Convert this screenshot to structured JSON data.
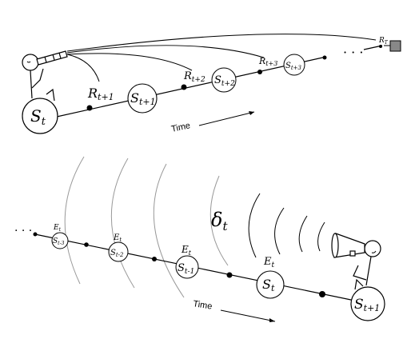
{
  "top_diagram": {
    "state_current": {
      "base": "S",
      "sub": "t"
    },
    "states": [
      {
        "base": "S",
        "sub": "t+1"
      },
      {
        "base": "S",
        "sub": "t+2"
      },
      {
        "base": "S",
        "sub": "t+3"
      }
    ],
    "rewards": [
      {
        "base": "R",
        "sub": "t+1"
      },
      {
        "base": "R",
        "sub": "t+2"
      },
      {
        "base": "R",
        "sub": "t+3"
      }
    ],
    "terminal_reward": {
      "base": "R",
      "sub": "T"
    },
    "ellipsis": "· · ·",
    "time_label": "Time"
  },
  "bottom_diagram": {
    "delta": {
      "base": "δ",
      "sub": "t"
    },
    "trace_label": {
      "base": "E",
      "sub": "t"
    },
    "states": [
      {
        "base": "S",
        "sub": "t-3"
      },
      {
        "base": "S",
        "sub": "t-2"
      },
      {
        "base": "S",
        "sub": "t-1"
      },
      {
        "base": "S",
        "sub": "t"
      }
    ],
    "state_next": {
      "base": "S",
      "sub": "t+1"
    },
    "ellipsis": "· · ·",
    "time_label": "Time"
  },
  "colors": {
    "line": "#000000",
    "arc": "#999999",
    "terminal_box": "#888888"
  }
}
